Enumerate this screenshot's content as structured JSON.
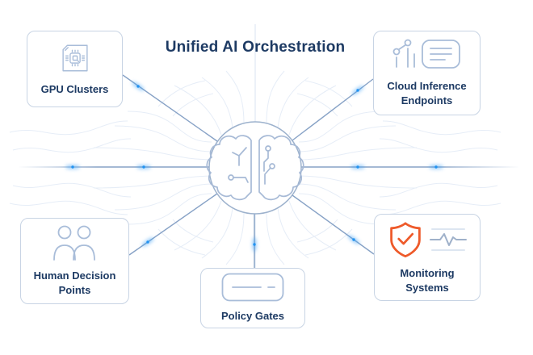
{
  "title": "Unified AI Orchestration",
  "center": {
    "name": "ai-brain-hub"
  },
  "nodes": {
    "gpu": {
      "label": "GPU Clusters"
    },
    "cloud": {
      "label": "Cloud Inference Endpoints"
    },
    "human": {
      "label": "Human Decision Points"
    },
    "policy": {
      "label": "Policy Gates"
    },
    "monitoring": {
      "label": "Monitoring Systems"
    }
  },
  "colors": {
    "title_text": "#1d3a63",
    "label_text": "#1d3a63",
    "box_border": "#c8d4e4",
    "icon_stroke": "#a9bdd9",
    "connector": "#87a2c6",
    "pulse_glow": "#2e9bf5",
    "hub_ring": "#9db2cd",
    "brain_stroke": "#a7bad6",
    "shield_accent": "#ee5a2a",
    "background_trace": "#e6edf7"
  }
}
